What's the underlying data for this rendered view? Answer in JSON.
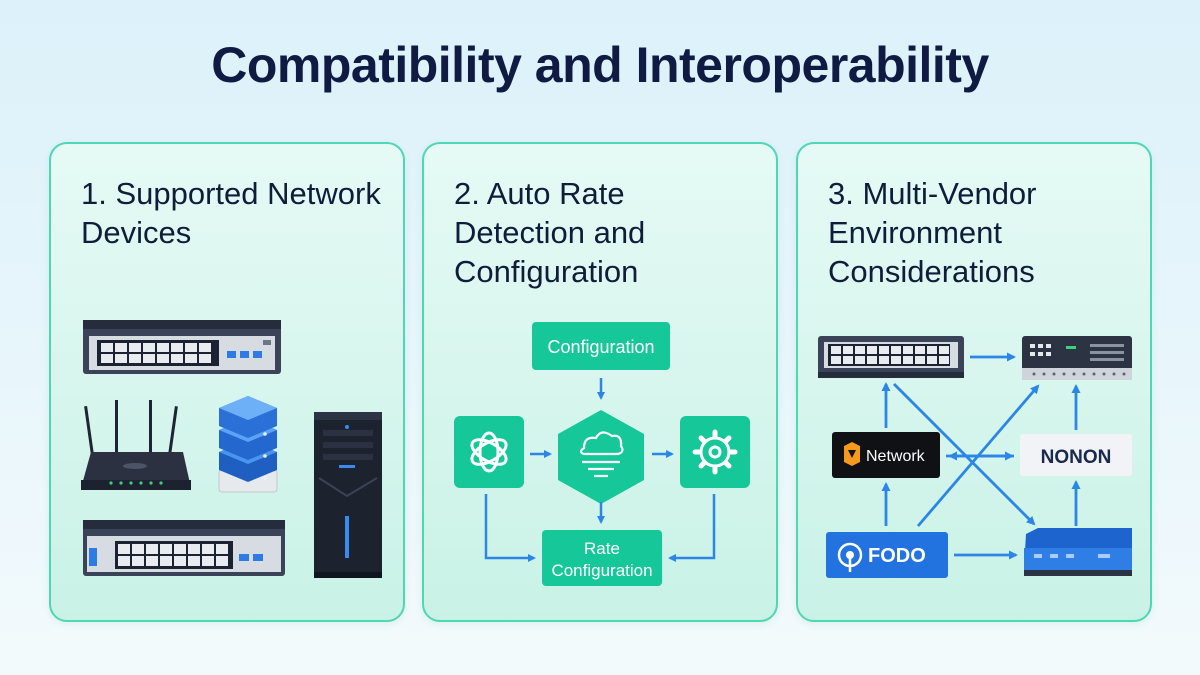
{
  "title": "Compatibility and Interoperability",
  "cards": [
    {
      "title": "1. Supported Network Devices"
    },
    {
      "title": "2. Auto Rate Detection and Configuration"
    },
    {
      "title": "3. Multi-Vendor Environment Considerations"
    }
  ],
  "flow": {
    "top_box": "Configuration",
    "bottom_box_line1": "Rate",
    "bottom_box_line2": "Configuration"
  },
  "vendors": {
    "network": "Network",
    "nonon": "NONON",
    "fodo": "FODO"
  },
  "colors": {
    "title": "#101b44",
    "card_border": "#4fd6b3",
    "teal": "#16c79a",
    "arrow_blue": "#2b86e8"
  },
  "icons": [
    "switch-icon",
    "router-icon",
    "server-stack-icon",
    "tower-pc-icon",
    "openai-icon",
    "cloud-hexagon-icon",
    "gear-icon"
  ]
}
